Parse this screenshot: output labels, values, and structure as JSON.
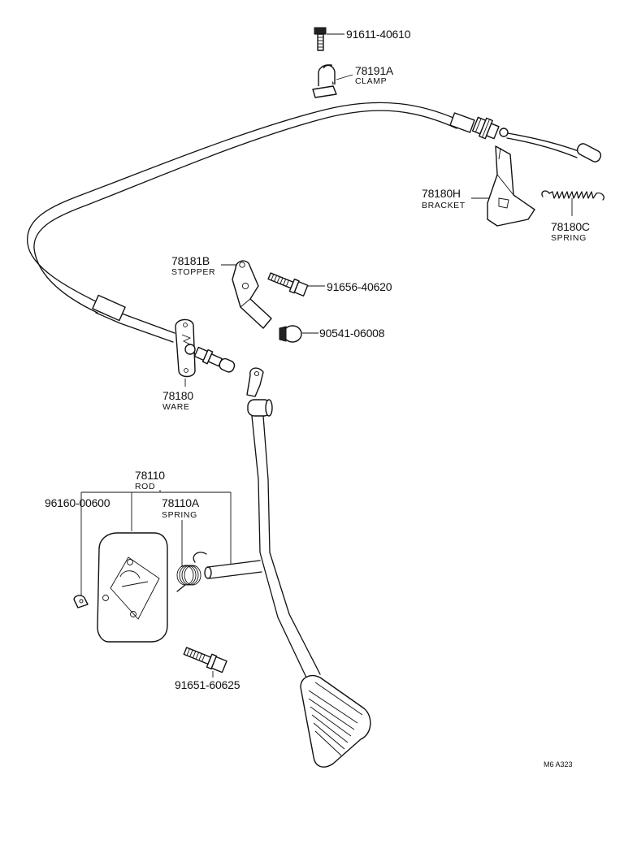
{
  "callouts": {
    "bolt_top": {
      "number": "91611-40610"
    },
    "clamp": {
      "number": "78191A",
      "name": "CLAMP"
    },
    "bracket": {
      "number": "78180H",
      "name": "BRACKET"
    },
    "spring_c": {
      "number": "78180C",
      "name": "SPRING"
    },
    "stopper": {
      "number": "78181B",
      "name": "STOPPER"
    },
    "bolt_stop": {
      "number": "91656-40620"
    },
    "cushion": {
      "number": "90541-06008"
    },
    "wire": {
      "number": "78180",
      "name": "WARE"
    },
    "rod": {
      "number": "78110",
      "name": "ROD"
    },
    "clip": {
      "number": "96160-00600"
    },
    "spring_a": {
      "number": "78110A",
      "name": "SPRING"
    },
    "bolt_bottom": {
      "number": "91651-60625"
    }
  },
  "figure_code": "M6  A323"
}
